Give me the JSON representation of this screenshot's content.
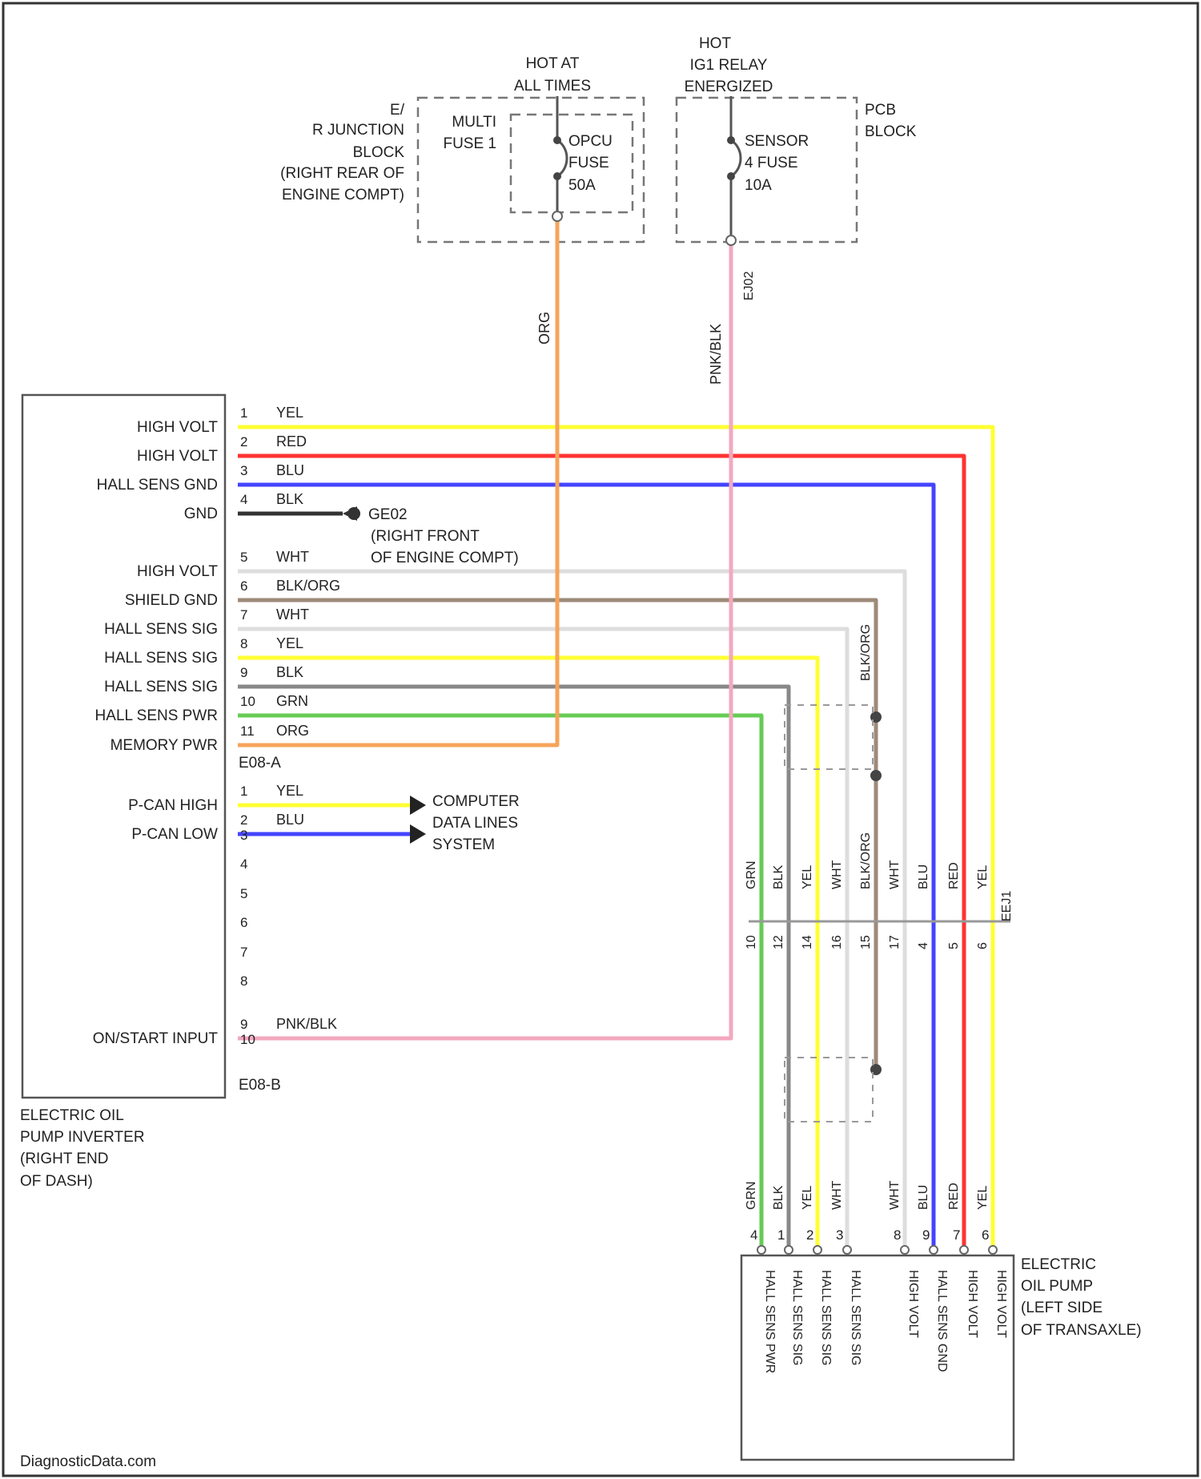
{
  "colors": {
    "ylw": "#ffff33",
    "red": "#ff3333",
    "blu": "#4444ff",
    "blk": "#888888",
    "wht": "#dddddd",
    "brn": "#9d8a78",
    "grn": "#66cc55",
    "org": "#f6a45a",
    "pnk": "#f4a8c0"
  },
  "top": {
    "hot_all_l1": "HOT AT",
    "hot_all_l2": "ALL TIMES",
    "hot_relay_l1": "HOT",
    "hot_relay_l2": "IG1 RELAY",
    "hot_relay_l3": "ENERGIZED",
    "ejb_l1": "E/",
    "ejb_l2": "R JUNCTION",
    "ejb_l3": "BLOCK",
    "ejb_l4": "(RIGHT REAR OF",
    "ejb_l5": "ENGINE COMPT)",
    "multi_l1": "MULTI",
    "multi_l2": "FUSE 1",
    "opcu_l1": "OPCU",
    "opcu_l2": "FUSE",
    "opcu_l3": "50A",
    "pcb_l1": "PCB",
    "pcb_l2": "BLOCK",
    "sensor_l1": "SENSOR",
    "sensor_l2": "4 FUSE",
    "sensor_l3": "10A",
    "org_wire": "ORG",
    "pnk_wire": "PNK/BLK",
    "conn_top": "EJ02"
  },
  "inverter": {
    "name_l1": "ELECTRIC OIL",
    "name_l2": "PUMP INVERTER",
    "name_l3": "(RIGHT END",
    "name_l4": "OF DASH)",
    "conn_a": "E08-A",
    "conn_b": "E08-B",
    "pins_a": [
      {
        "n": "1",
        "label": "HIGH VOLT",
        "wire": "YEL"
      },
      {
        "n": "2",
        "label": "HIGH VOLT",
        "wire": "RED"
      },
      {
        "n": "3",
        "label": "HALL SENS GND",
        "wire": "BLU"
      },
      {
        "n": "4",
        "label": "GND",
        "wire": "BLK"
      },
      {
        "n": "5",
        "label": "HIGH VOLT",
        "wire": "WHT"
      },
      {
        "n": "6",
        "label": "SHIELD GND",
        "wire": "BLK/ORG"
      },
      {
        "n": "7",
        "label": "HALL SENS SIG",
        "wire": "WHT"
      },
      {
        "n": "8",
        "label": "HALL SENS SIG",
        "wire": "YEL"
      },
      {
        "n": "9",
        "label": "HALL SENS SIG",
        "wire": "BLK"
      },
      {
        "n": "10",
        "label": "HALL SENS PWR",
        "wire": "GRN"
      },
      {
        "n": "11",
        "label": "MEMORY PWR",
        "wire": "ORG"
      }
    ],
    "pins_b": [
      {
        "n": "1",
        "label": "P-CAN HIGH",
        "wire": "YEL"
      },
      {
        "n": "2",
        "label": "P-CAN LOW",
        "wire": "BLU"
      },
      {
        "n": "3",
        "label": "",
        "wire": ""
      },
      {
        "n": "4",
        "label": "",
        "wire": ""
      },
      {
        "n": "5",
        "label": "",
        "wire": ""
      },
      {
        "n": "6",
        "label": "",
        "wire": ""
      },
      {
        "n": "7",
        "label": "",
        "wire": ""
      },
      {
        "n": "8",
        "label": "",
        "wire": ""
      },
      {
        "n": "9",
        "label": "ON/START INPUT",
        "wire": "PNK/BLK"
      },
      {
        "n": "10",
        "label": "",
        "wire": ""
      }
    ]
  },
  "ground": {
    "id": "GE02",
    "l1": "(RIGHT FRONT",
    "l2": "OF ENGINE COMPT)"
  },
  "cdl": {
    "l1": "COMPUTER",
    "l2": "DATA LINES",
    "l3": "SYSTEM"
  },
  "mid": {
    "conn": "EEJ1",
    "labels": [
      "GRN",
      "BLK",
      "YEL",
      "WHT",
      "BLK/ORG",
      "WHT",
      "BLU",
      "RED",
      "YEL"
    ],
    "pins": [
      "10",
      "12",
      "14",
      "16",
      "15",
      "17",
      "4",
      "5",
      "6"
    ],
    "shield": "BLK/ORG"
  },
  "pump": {
    "name_l1": "ELECTRIC",
    "name_l2": "OIL PUMP",
    "name_l3": "(LEFT SIDE",
    "name_l4": "OF TRANSAXLE)",
    "wire_labels": [
      "GRN",
      "BLK",
      "YEL",
      "WHT",
      "WHT",
      "BLU",
      "RED",
      "YEL"
    ],
    "pin_nums": [
      "4",
      "1",
      "2",
      "3",
      "8",
      "9",
      "7",
      "6"
    ],
    "pin_labels": [
      "HALL SENS PWR",
      "HALL SENS SIG",
      "HALL SENS SIG",
      "HALL SENS SIG",
      "HIGH VOLT",
      "HALL SENS GND",
      "HIGH VOLT",
      "HIGH VOLT"
    ]
  },
  "watermark": "DiagnosticData.com"
}
